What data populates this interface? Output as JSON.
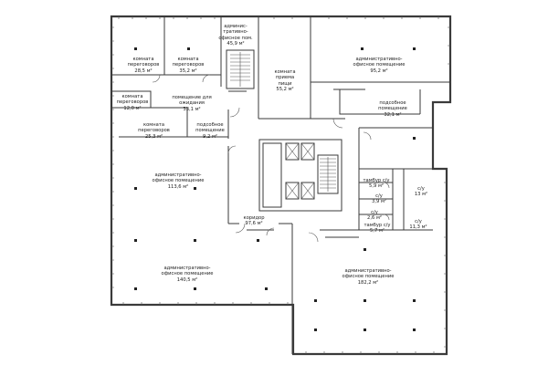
{
  "rooms": [
    {
      "id": "meeting-room-1",
      "name": "комната\nпереговоров",
      "area": "28,5 м²"
    },
    {
      "id": "meeting-room-2",
      "name": "комната\nпереговоров",
      "area": "35,2 м²"
    },
    {
      "id": "admin-room-top",
      "name": "админис-\nтративно-\nофисное пом.",
      "area": "45,9 м²"
    },
    {
      "id": "reception-room",
      "name": "комната\nприема\nпищи",
      "area": "55,2 м²"
    },
    {
      "id": "office-95",
      "name": "административно-\nофисное помещение",
      "area": "95,2 м²"
    },
    {
      "id": "meeting-room-3",
      "name": "комната\nпереговоров",
      "area": "12,0 м²"
    },
    {
      "id": "waiting-room",
      "name": "помещение для\nожидания",
      "area": "33,1 м²"
    },
    {
      "id": "utility-32",
      "name": "подсобное\nпомещение",
      "area": "32,1 м²"
    },
    {
      "id": "meeting-room-4",
      "name": "комната\nпереговоров",
      "area": "25,3 м²"
    },
    {
      "id": "utility-9",
      "name": "подсобное\nпомещение",
      "area": "9,2 м²"
    },
    {
      "id": "office-113",
      "name": "административно-\nофисное помещение",
      "area": "113,6 м²"
    },
    {
      "id": "vestibule-1",
      "name": "тамбур с/у",
      "area": "5,9 м²"
    },
    {
      "id": "wc-1",
      "name": "с/у",
      "area": "3,9 м²"
    },
    {
      "id": "wc-2",
      "name": "с/у",
      "area": "13 м²"
    },
    {
      "id": "wc-3",
      "name": "с/у",
      "area": "2,6 м²"
    },
    {
      "id": "wc-4",
      "name": "с/у",
      "area": "11,3 м²"
    },
    {
      "id": "vestibule-2",
      "name": "тамбур с/у",
      "area": "5,7 м²"
    },
    {
      "id": "corridor",
      "name": "коридор",
      "area": "97,6 м²"
    },
    {
      "id": "office-140",
      "name": "административно-\nофисное помещение",
      "area": "140,5 м²"
    },
    {
      "id": "office-182",
      "name": "административно-\nофисное помещение",
      "area": "182,2 м²"
    }
  ]
}
